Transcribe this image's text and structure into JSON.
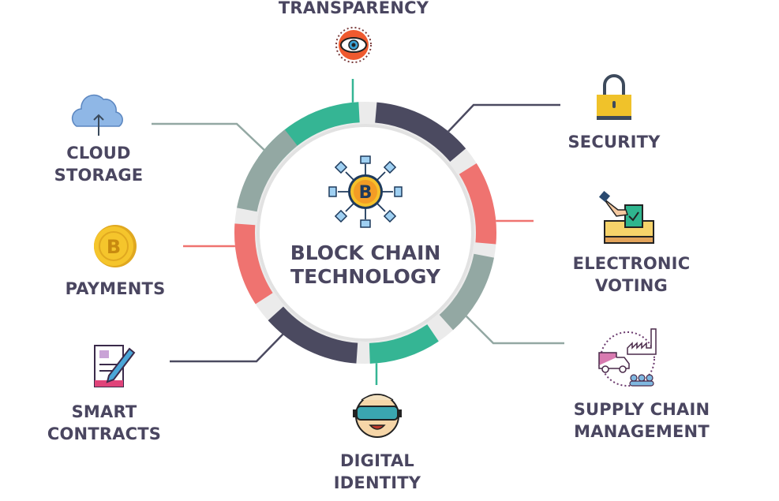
{
  "center": {
    "line1": "BLOCK CHAIN",
    "line2": "TECHNOLOGY",
    "icon": "bitcoin-network-icon"
  },
  "items": [
    {
      "line1": "TRANSPARENCY",
      "icon": "eye-icon"
    },
    {
      "line1": "SECURITY",
      "icon": "padlock-icon"
    },
    {
      "line1": "ELECTRONIC",
      "line2": "VOTING",
      "icon": "ballot-box-icon"
    },
    {
      "line1": "SUPPLY CHAIN",
      "line2": "MANAGEMENT",
      "icon": "supply-chain-icon"
    },
    {
      "line1": "DIGITAL",
      "line2": "IDENTITY",
      "icon": "vr-face-icon"
    },
    {
      "line1": "SMART",
      "line2": "CONTRACTS",
      "icon": "contract-pen-icon"
    },
    {
      "line1": "PAYMENTS",
      "icon": "coin-icon"
    },
    {
      "line1": "CLOUD",
      "line2": "STORAGE",
      "icon": "cloud-upload-icon"
    }
  ],
  "colors": {
    "teal": "#35b594",
    "dark": "#4b4a60",
    "red": "#ef7370",
    "gray": "#93a8a3",
    "text": "#4a4660"
  }
}
